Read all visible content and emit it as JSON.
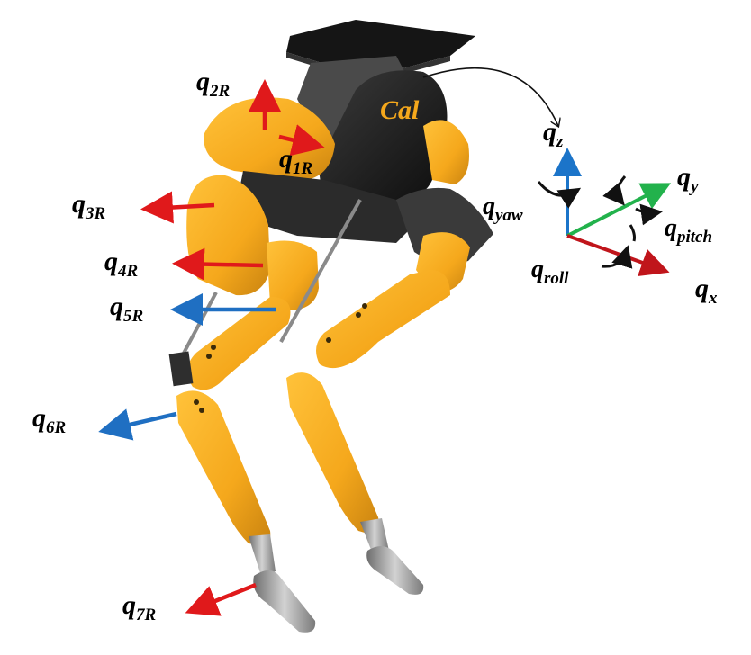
{
  "joints": {
    "q1": {
      "base": "q",
      "sub": "1R"
    },
    "q2": {
      "base": "q",
      "sub": "2R"
    },
    "q3": {
      "base": "q",
      "sub": "3R"
    },
    "q4": {
      "base": "q",
      "sub": "4R"
    },
    "q5": {
      "base": "q",
      "sub": "5R"
    },
    "q6": {
      "base": "q",
      "sub": "6R"
    },
    "q7": {
      "base": "q",
      "sub": "7R"
    }
  },
  "frame": {
    "qx": {
      "base": "q",
      "sub": "x"
    },
    "qy": {
      "base": "q",
      "sub": "y"
    },
    "qz": {
      "base": "q",
      "sub": "z"
    },
    "qyaw": {
      "base": "q",
      "sub": "yaw"
    },
    "qpitch": {
      "base": "q",
      "sub": "pitch"
    },
    "qroll": {
      "base": "q",
      "sub": "roll"
    }
  },
  "logo": "Cal",
  "colors": {
    "robot_yellow": "#F5A81C",
    "robot_dark": "#1c1c1c",
    "metal": "#9a9a9a",
    "arrow_red": "#e0191b",
    "arrow_blue": "#1f6fc2",
    "axis_z_blue": "#1b74c9",
    "axis_y_green": "#22b24c",
    "axis_x_red": "#c0151b"
  }
}
